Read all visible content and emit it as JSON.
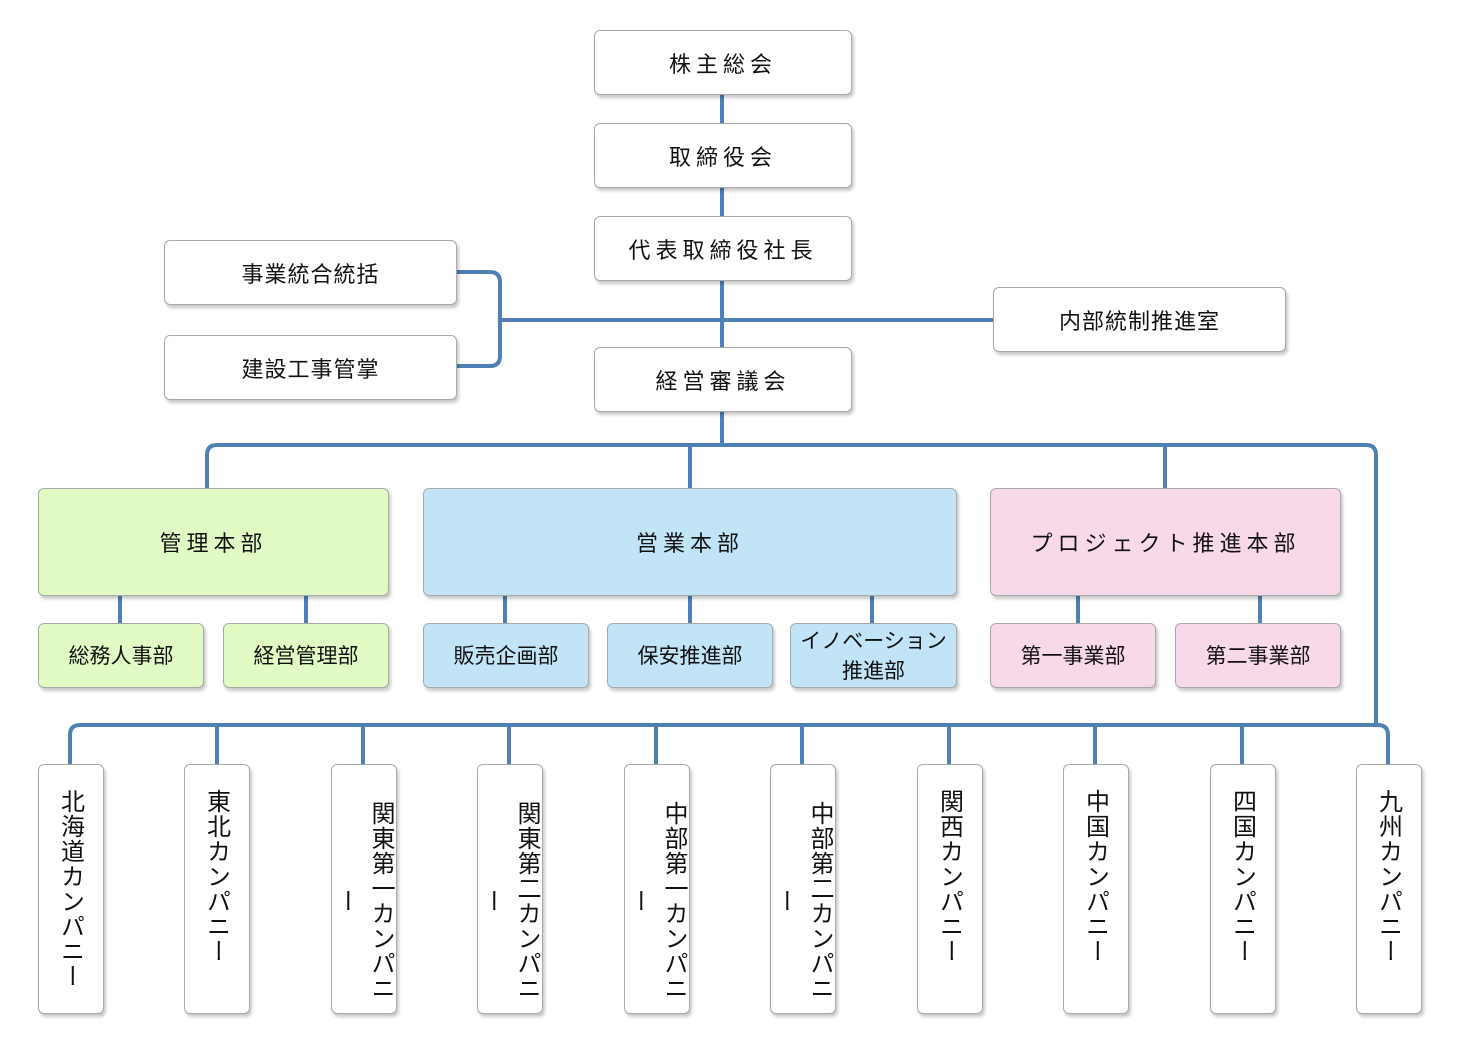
{
  "top": {
    "shareholders": "株主総会",
    "board": "取締役会",
    "president": "代表取締役社長",
    "business_integration": "事業統合統括",
    "construction_management": "建設工事管掌",
    "internal_control": "内部統制推進室",
    "management_council": "経営審議会"
  },
  "headquarters": {
    "admin": {
      "label": "管理本部",
      "color": "#e2fbc4",
      "departments": [
        "総務人事部",
        "経営管理部"
      ]
    },
    "sales": {
      "label": "営業本部",
      "color": "#c1e4f7",
      "departments": [
        "販売企画部",
        "保安推進部",
        "イノベーション\n推進部"
      ]
    },
    "project": {
      "label": "プロジェクト推進本部",
      "color": "#f7d9e9",
      "departments": [
        "第一事業部",
        "第二事業部"
      ]
    }
  },
  "companies": [
    "北海道カンパニー",
    "東北カンパニー",
    "関東第一カンパニー",
    "関東第二カンパニー",
    "中部第一カンパニー",
    "中部第二カンパニー",
    "関西カンパニー",
    "中国カンパニー",
    "四国カンパニー",
    "九州カンパニー"
  ],
  "line_color": "#4f81b5"
}
